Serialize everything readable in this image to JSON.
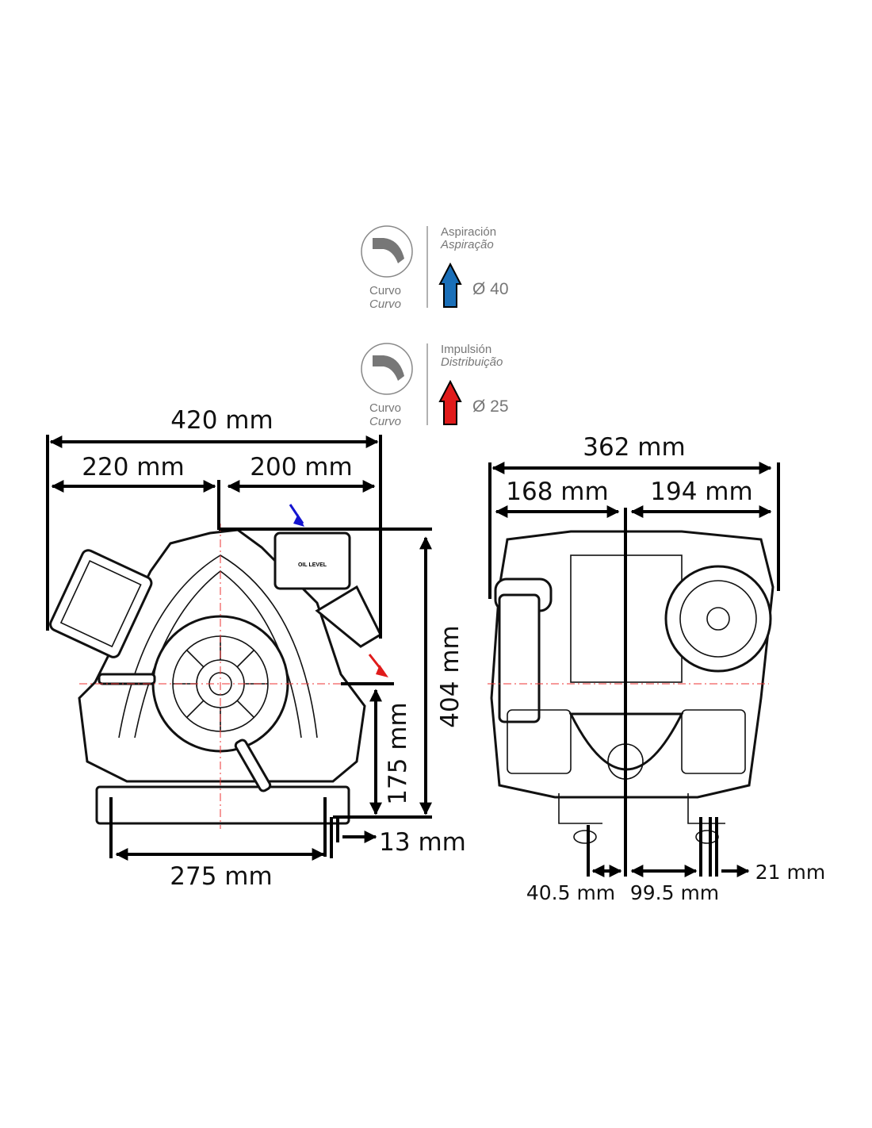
{
  "legend": [
    {
      "icon": "curved-elbow-icon",
      "fitting_es": "Curvo",
      "fitting_pt": "Curvo",
      "label_es": "Aspiración",
      "label_pt": "Aspiração",
      "diameter": "Ø 40",
      "color": "#1a6fb8"
    },
    {
      "icon": "curved-elbow-icon",
      "fitting_es": "Curvo",
      "fitting_pt": "Curvo",
      "label_es": "Impulsión",
      "label_pt": "Distribuição",
      "diameter": "Ø 25",
      "color": "#e01b1b"
    }
  ],
  "front_view": {
    "overall_width": "420 mm",
    "left_width": "220 mm",
    "right_width": "200 mm",
    "height": "404 mm",
    "shaft_height": "175 mm",
    "base_thickness": "13 mm",
    "base_width": "275 mm",
    "oil_label": "OIL LEVEL"
  },
  "side_view": {
    "overall_width": "362 mm",
    "left_width": "168 mm",
    "right_width": "194 mm",
    "offset_left": "40.5 mm",
    "offset_right": "99.5 mm",
    "slot_width": "21 mm"
  },
  "colors": {
    "suction": "#1a6fb8",
    "discharge": "#e01b1b",
    "centerline": "#e33333"
  }
}
